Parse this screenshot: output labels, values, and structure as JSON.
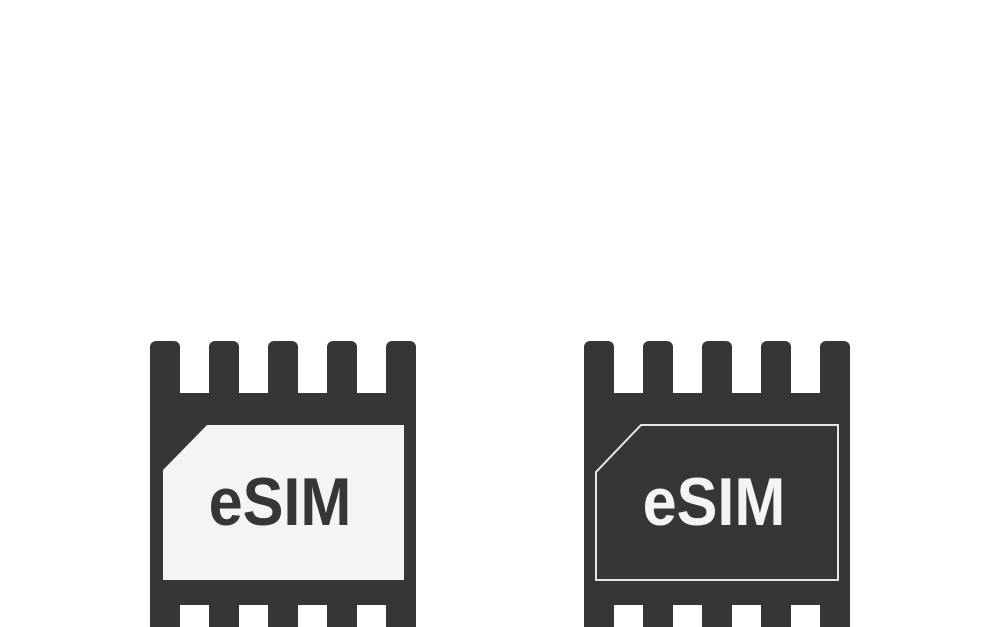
{
  "icons": [
    {
      "label": "eSIM",
      "style": "filled-card"
    },
    {
      "label": "eSIM",
      "style": "outlined-card"
    }
  ],
  "colors": {
    "chip": "#363636",
    "card": "#f4f4f4",
    "background": "#ffffff"
  }
}
